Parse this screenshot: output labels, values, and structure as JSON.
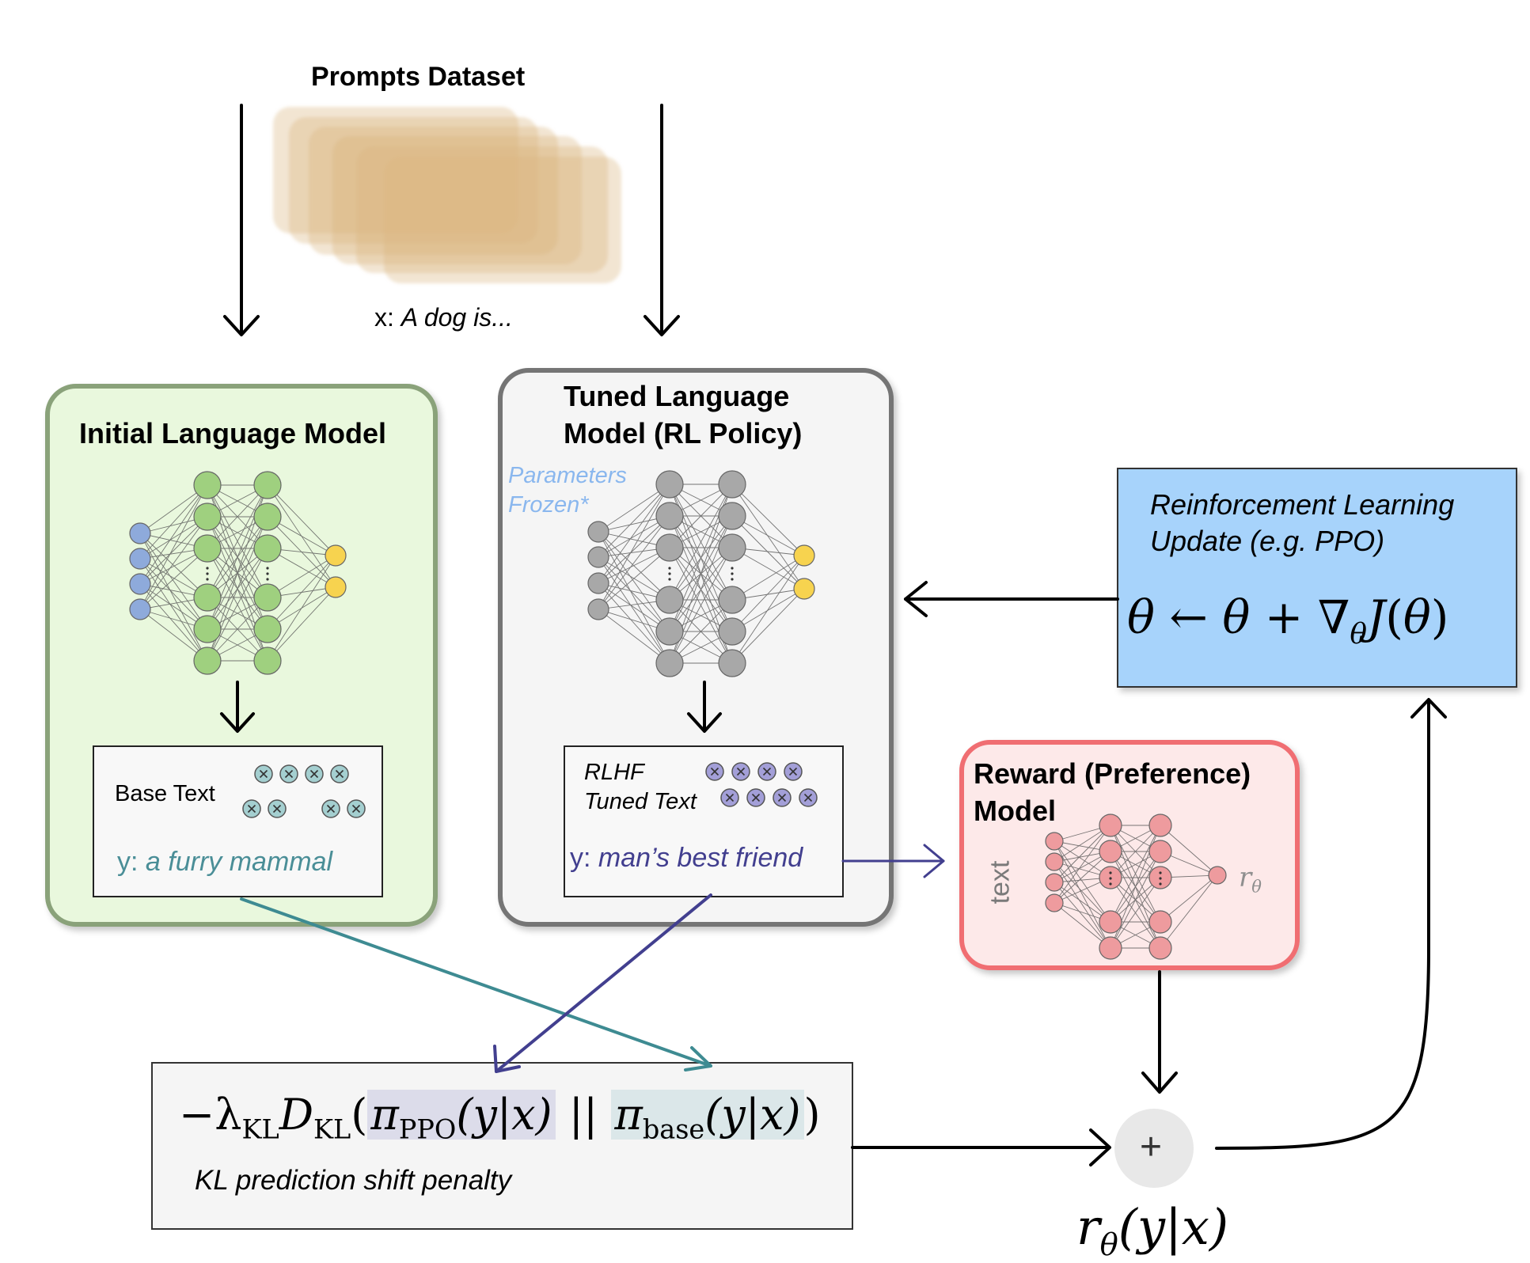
{
  "dataset": {
    "title": "Prompts Dataset",
    "prompt_prefix": "x:",
    "prompt_text": "A dog is..."
  },
  "initial_model": {
    "title": "Initial Language Model",
    "text_box_label": "Base Text",
    "output_prefix": "y:",
    "output_text": "a furry mammal"
  },
  "tuned_model": {
    "title_line1": "Tuned Language",
    "title_line2": "Model (RL Policy)",
    "frozen_line1": "Parameters",
    "frozen_line2": "Frozen*",
    "text_box_line1": "RLHF",
    "text_box_line2": "Tuned Text",
    "output_prefix": "y:",
    "output_text": "man’s best friend"
  },
  "rl_update": {
    "line1": "Reinforcement Learning",
    "line2": "Update (e.g. PPO)",
    "eq_lhs": "θ",
    "eq_arrow": "←",
    "eq_theta": "θ",
    "eq_plus": "+",
    "eq_nabla": "∇",
    "eq_sub": "θ",
    "eq_J": "J",
    "eq_paren_open": "(",
    "eq_paren_close": ")"
  },
  "reward_model": {
    "title_line1": "Reward (Preference)",
    "title_line2": "Model",
    "input_label": "text",
    "output_r": "r",
    "output_sub": "θ"
  },
  "kl_penalty": {
    "minus_lambda": "−λ",
    "kl_sub": "KL",
    "D": "D",
    "pi": "π",
    "ppo_sub": "PPO",
    "base_sub": "base",
    "cond": "(y|x)",
    "separator": "||",
    "caption": "KL prediction shift penalty"
  },
  "sum_node": {
    "symbol": "+"
  },
  "reward_output": {
    "r": "r",
    "sub": "θ",
    "args": "(y|x)"
  },
  "colors": {
    "green_box_fill": "#e9f8dd",
    "green_box_stroke": "#8aa27a",
    "gray_box_fill": "#f5f5f5",
    "gray_box_stroke": "#757575",
    "blue_box_fill": "#a7d3fb",
    "red_box_fill": "#fde9e9",
    "red_box_stroke": "#f06e72",
    "prompt_card": "#d9b47d",
    "node_green": "#9fd07f",
    "node_gray": "#a8a8a8",
    "node_blue": "#8eaadb",
    "node_yellow": "#f7d34f",
    "node_red": "#ee9b9e",
    "token_teal": "#a4cfd0",
    "token_purple": "#a39fd8",
    "arrow_teal": "#3e8b92",
    "arrow_purple": "#423f8f",
    "text_teal": "#4a8e97",
    "text_purple": "#423f8f",
    "text_frozen": "#8ab7ee"
  }
}
